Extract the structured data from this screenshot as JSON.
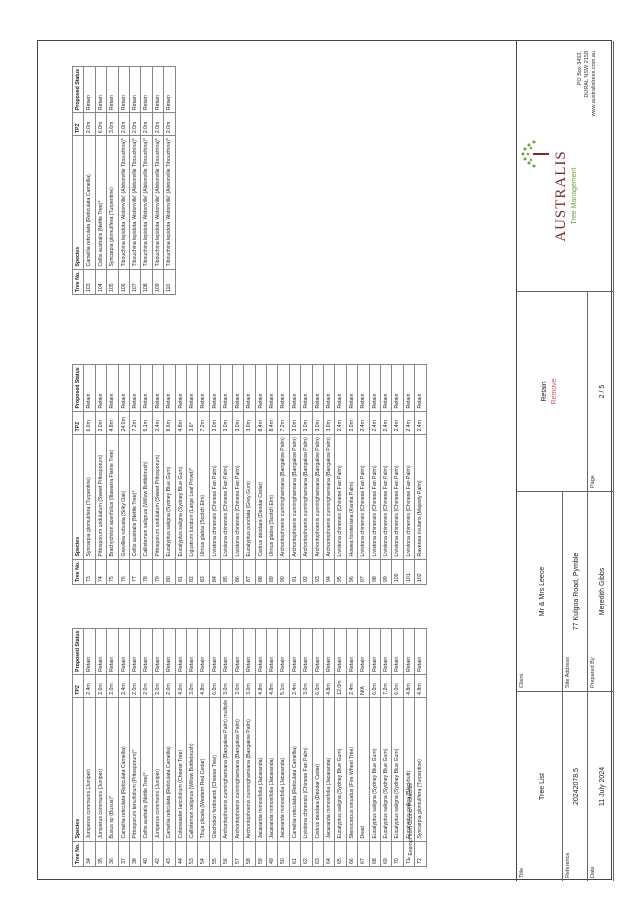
{
  "tables": [
    {
      "headers": [
        "Tree No.",
        "Species",
        "TPZ",
        "Proposed Status"
      ],
      "rows": [
        [
          "34",
          "Juniperus communis (Juniper)",
          "2.4m",
          "Retain"
        ],
        [
          "35",
          "Juniperus communis (Juniper)",
          "2.0m",
          "Retain"
        ],
        [
          "36",
          "Buxus sp (Buxus)*",
          "2.0m",
          "Retain"
        ],
        [
          "37",
          "Camellia reticulata (Reticulata Camellia)",
          "2.4m",
          "Retain"
        ],
        [
          "38",
          "Pittosporum tenuifolium (Pittosporum)*",
          "2.0m",
          "Retain"
        ],
        [
          "40",
          "Celtis australis (Nettle Tree)*",
          "2.0m",
          "Retain"
        ],
        [
          "42",
          "Juniperus communis (Juniper)",
          "2.0m",
          "Retain"
        ],
        [
          "43",
          "Camellia reticulata (Reticulata Camellia)",
          "2.0m",
          "Retain"
        ],
        [
          "44",
          "Cotoneaster lancifolium (Cheese Tree)",
          "4.0m",
          "Retain"
        ],
        [
          "53",
          "Callistemon salignus (Willow Bottlebrush)",
          "3.0m",
          "Retain"
        ],
        [
          "54",
          "Thuja plicata (Western Red Cedar)",
          "4.8m",
          "Retain"
        ],
        [
          "55",
          "Glochidion ferdinandi (Cheese Tree)",
          "6.0m",
          "Retain"
        ],
        [
          "56",
          "Archontophoenix cunninghamiana (Bangalow Palm) multiple",
          "3.0m",
          "Retain"
        ],
        [
          "57",
          "Archontophoenix cunninghamiana (Bangalow Palm)",
          "3.0m",
          "Retain"
        ],
        [
          "58",
          "Archontophoenix cunninghamiana (Bangalow Palm)",
          "3.0m",
          "Retain"
        ],
        [
          "59",
          "Jacaranda mimosifolia (Jacaranda)",
          "4.8m",
          "Retain"
        ],
        [
          "49",
          "Jacaranda mimosifolia (Jacaranda)",
          "4.8m",
          "Retain"
        ],
        [
          "50",
          "Jacaranda mimosifolia (Jacaranda)",
          "5.1m",
          "Retain"
        ],
        [
          "61",
          "Camellia reticulata (Reticulata Camellia)",
          "2.4m",
          "Retain"
        ],
        [
          "62",
          "Livistona chinensis (Chinese Fan Palm)",
          "3.0m",
          "Retain"
        ],
        [
          "63",
          "Cedrus deodara (Deodar Cedar)",
          "6.0m",
          "Retain"
        ],
        [
          "64",
          "Jacaranda mimosifolia (Jacaranda)",
          "4.8m",
          "Retain"
        ],
        [
          "65",
          "Eucalyptus saligna (Sydney Blue Gum)",
          "12.0m",
          "Retain"
        ],
        [
          "66",
          "Stenocarpus sinuatus (Fire Wheel Tree)",
          "2.4m",
          "Retain"
        ],
        [
          "67",
          "Dead",
          "N/A",
          "Retain"
        ],
        [
          "68",
          "Eucalyptus saligna (Sydney Blue Gum)",
          "6.0m",
          "Retain"
        ],
        [
          "69",
          "Eucalyptus saligna (Sydney Blue Gum)",
          "7.2m",
          "Retain"
        ],
        [
          "70",
          "Eucalyptus saligna (Sydney Blue Gum)",
          "6.0m",
          "Retain"
        ],
        [
          "71",
          "Eucalyptus collina (Blackbutt)",
          "4.8m",
          "Retain"
        ],
        [
          "72",
          "Syncarpia glomulifera (Turpentine)",
          "4.8m",
          "Retain"
        ]
      ]
    },
    {
      "headers": [
        "Tree No.",
        "Species",
        "TPZ",
        "Proposed Status"
      ],
      "rows": [
        [
          "73",
          "Syncarpia glomulifera (Turpentine)",
          "6.0m",
          "Retain"
        ],
        [
          "74",
          "Pittosporum undulatum (Sweet Pittosporum)",
          "2.0m",
          "Retain"
        ],
        [
          "75",
          "Brachychiton acerifolius (Illawarra Flame Tree)",
          "4.8m",
          "Retain"
        ],
        [
          "76",
          "Grevillea robusta (Silky Oak)",
          "24.0m",
          "Retain"
        ],
        [
          "77",
          "Celtis australis (Nettle Tree)*",
          "7.2m",
          "Retain"
        ],
        [
          "78",
          "Callistemon salignus (Willow Bottlebrush)",
          "5.1m",
          "Retain"
        ],
        [
          "79",
          "Pittosporum undulatum (Sweet Pittosporum)",
          "2.4m",
          "Retain"
        ],
        [
          "80",
          "Eucalyptus saligna (Sydney Blue Gum)",
          "9.6m",
          "Retain"
        ],
        [
          "81",
          "Eucalyptus saligna (Sydney Blue Gum)",
          "4.8m",
          "Retain"
        ],
        [
          "82",
          "Ligustrum lucidum (Large Leaf Privet)*",
          "3.6*",
          "Retain"
        ],
        [
          "83",
          "Ulmus glabra (Scotch Elm)",
          "7.2m",
          "Retain"
        ],
        [
          "84",
          "Livistona chinensis (Chinese Fan Palm)",
          "3.0m",
          "Retain"
        ],
        [
          "85",
          "Livistona chinensis (Chinese Fan Palm)",
          "3.0m",
          "Retain"
        ],
        [
          "86",
          "Livistona chinensis (Chinese Fan Palm)",
          "3.0m",
          "Retain"
        ],
        [
          "87",
          "Eucalyptus punctata (Grey Gum)",
          "3.0m",
          "Retain"
        ],
        [
          "88",
          "Cedrus deodara (Deodar Cedar)",
          "8.4m",
          "Retain"
        ],
        [
          "89",
          "Ulmus glabra (Scotch Elm)",
          "8.4m",
          "Retain"
        ],
        [
          "90",
          "Archontophoenix cunninghamiana (Bangalow Palm)",
          "7.2m",
          "Retain"
        ],
        [
          "91",
          "Archontophoenix cunninghamiana (Bangalow Palm)",
          "3.0m",
          "Retain"
        ],
        [
          "92",
          "Archontophoenix cunninghamiana (Bangalow Palm)",
          "3.0m",
          "Retain"
        ],
        [
          "93",
          "Archontophoenix cunninghamiana (Bangalow Palm)",
          "3.0m",
          "Retain"
        ],
        [
          "94",
          "Archontophoenix cunninghamiana (Bangalow Palm)",
          "3.0m",
          "Retain"
        ],
        [
          "95",
          "Livistona chinensis (Chinese Fan Palm)",
          "2.4m",
          "Retain"
        ],
        [
          "96",
          "Howea forsteriana (Kentia Palm)",
          "2.0m",
          "Retain"
        ],
        [
          "97",
          "Livistona chinensis (Chinese Fan Palm)",
          "2.4m",
          "Retain"
        ],
        [
          "98",
          "Livistona chinensis (Chinese Fan Palm)",
          "2.4m",
          "Retain"
        ],
        [
          "99",
          "Livistona chinensis (Chinese Fan Palm)",
          "2.4m",
          "Retain"
        ],
        [
          "100",
          "Livistona chinensis (Chinese Fan Palm)",
          "2.4m",
          "Retain"
        ],
        [
          "101",
          "Livistona chinensis (Chinese Fan Palm)",
          "2.4m",
          "Retain"
        ],
        [
          "102",
          "Ravenea rivularis (Majesty Palm)",
          "2.4m",
          "Retain"
        ]
      ]
    },
    {
      "headers": [
        "Tree No.",
        "Species",
        "TPZ",
        "Proposed Status"
      ],
      "rows": [
        [
          "103",
          "Camellia reticulata (Reticulata Camellia)",
          "2.0m",
          "Retain"
        ],
        [
          "104",
          "Celtis australis (Nettle Tree)*",
          "6.0m",
          "Retain"
        ],
        [
          "105",
          "Syncarpia glomulifera (Turpentine)",
          "3.6m",
          "Retain"
        ],
        [
          "106",
          "Tibouchina lepidota 'Alstonville' (Alstonville Tibouchina)*",
          "2.0m",
          "Retain"
        ],
        [
          "107",
          "Tibouchina lepidota 'Alstonville' (Alstonville Tibouchina)*",
          "2.0m",
          "Retain"
        ],
        [
          "108",
          "Tibouchina lepidota 'Alstonville' (Alstonville Tibouchina)*",
          "2.0m",
          "Retain"
        ],
        [
          "109",
          "Tibouchina lepidota 'Alstonville' (Alstonville Tibouchina)*",
          "2.0m",
          "Retain"
        ],
        [
          "110",
          "Tibouchina lepidota 'Alstonville' (Alstonville Tibouchina)*",
          "2.0m",
          "Retain"
        ]
      ]
    }
  ],
  "note": "* Exempt from Council Protection",
  "footer": {
    "title_label": "Title",
    "title": "Tree List",
    "client_label": "Client",
    "client": "Mr & Mrs Leece",
    "reference_label": "Reference",
    "reference": "20242078.5",
    "site_label": "Site Address",
    "site": "77 Kulgoa Road, Pymble",
    "date_label": "Date",
    "date": "11 July 2024",
    "prepared_label": "Prepared By",
    "prepared": "Meredith Gibbs",
    "page_label": "Page",
    "page": "2 / 5",
    "legend_retain": "Retain",
    "legend_remove": "Remove",
    "logo_name": "AUSTRALIS",
    "logo_tagline": "Tree Management",
    "address_1": "PO Box 3453,",
    "address_2": "DURAL NSW 2158",
    "website": "www.australistrees.com.au"
  },
  "colors": {
    "remove": "#d45a5a",
    "logo_red": "#7a2b2b",
    "logo_green": "#6aa33b"
  }
}
